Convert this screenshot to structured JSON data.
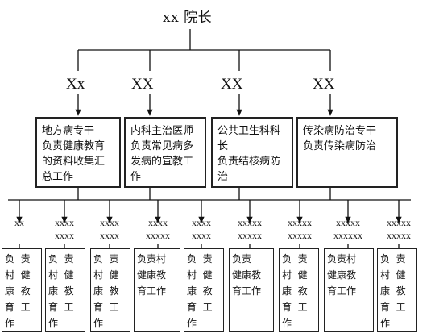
{
  "root": {
    "label": "xx 院长"
  },
  "branches": [
    {
      "label": "Xx",
      "duty": "地方病专干\n负责健康教育\n的资料收集汇\n总工作",
      "teams": [
        {
          "label": "xx",
          "duty": "负  责\n村  健\n康  教\n育  工\n作"
        },
        {
          "label": "xxxx\nxxxx",
          "duty": "负  责\n村  健\n康  教\n育  工\n作"
        },
        {
          "label": "xxxx\nxxxx",
          "duty": "负  责\n村  健\n康  教\n育  工\n作"
        }
      ]
    },
    {
      "label": "XX",
      "duty": "内科主治医师\n负责常见病多\n发病的宣教工\n作",
      "teams": [
        {
          "label": "xxxx\nxxxxx",
          "duty": "负责村\n健康教\n育工作"
        },
        {
          "label": "xxxx\nxxxx",
          "duty": "负  责\n村  健\n康  教\n育  工\n作"
        },
        {
          "label": "xxxxx\nxxxxx",
          "duty": "负责\n健康教\n育工作"
        }
      ]
    },
    {
      "label": "XX",
      "duty": "公共卫生科科\n长\n负责结核病防\n治",
      "teams": [
        {
          "label": "xxxxx\nxxxxx",
          "duty": "负  责\n村  健\n康  教\n育  工\n作"
        },
        {
          "label": "xxxxx\nxxxxxx",
          "duty": "负责村\n健康教\n育工作"
        }
      ]
    },
    {
      "label": "XX",
      "duty": "传染病防治专干\n负责传染病防治",
      "teams": [
        {
          "label": "xxxxx\nxxxxx",
          "duty": "负  责\n村  健\n康  教\n育  工\n作"
        }
      ]
    }
  ]
}
